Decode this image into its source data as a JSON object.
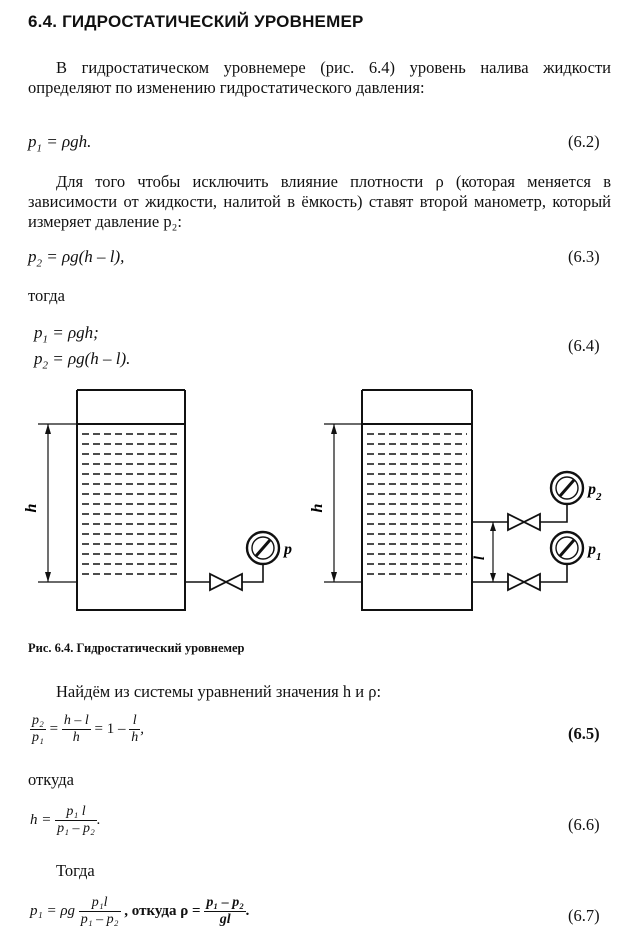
{
  "heading": "6.4. ГИДРОСТАТИЧЕСКИЙ УРОВНЕМЕР",
  "para1": "В гидростатическом уровнемере (рис. 6.4) уровень налива жидкости определяют по изменению гидростатического давления:",
  "eq62": {
    "lhs": "p",
    "sub": "1",
    "rhs": " = ρgh.",
    "num": "(6.2)"
  },
  "para2": "Для того чтобы исключить влияние плотности ρ (которая меняется в зависимости от жидкости, налитой в ёмкость) ставят второй манометр, который измеряет давление p₂:",
  "eq63": {
    "lhs": "p",
    "sub": "2",
    "rhs": " = ρg(h – l),",
    "num": "(6.3)"
  },
  "togda1": "тогда",
  "eq64": {
    "line1": {
      "lhs": "p",
      "sub": "1",
      "rhs": " = ρgh;"
    },
    "line2": {
      "lhs": "p",
      "sub": "2",
      "rhs": " = ρg(h – l)."
    },
    "num": "(6.4)"
  },
  "figure": {
    "left_h": "h",
    "left_p": "p",
    "right_h": "h",
    "right_l": "l",
    "right_p2": "p",
    "right_p2_sub": "2",
    "right_p1": "p",
    "right_p1_sub": "1"
  },
  "caption": "Рис. 6.4. Гидростатический уровнемер",
  "para3": "Найдём из системы уравнений значения h и ρ:",
  "eq65": {
    "f1_num": "p₂",
    "f1_den": "p₁",
    "eq1": "=",
    "f2_num": "h – l",
    "f2_den": "h",
    "eq2": "= 1 –",
    "f3_num": "l",
    "f3_den": "h",
    "tail": ",",
    "num": "(6.5)"
  },
  "otkuda": "откуда",
  "eq66": {
    "lhs": "h =",
    "f_num": "p₁  l",
    "f_den": "p₁ – p₂",
    "tail": ".",
    "num": "(6.6)"
  },
  "togda2": "Тогда",
  "eq67": {
    "lhs": "p₁ = ρg",
    "f1_num": "p₁l",
    "f1_den": "p₁ – p₂",
    "mid": ",  откуда  ρ =",
    "f2_num": "p₁ – p₂",
    "f2_den": "gl",
    "tail": ".",
    "num": "(6.7)"
  }
}
